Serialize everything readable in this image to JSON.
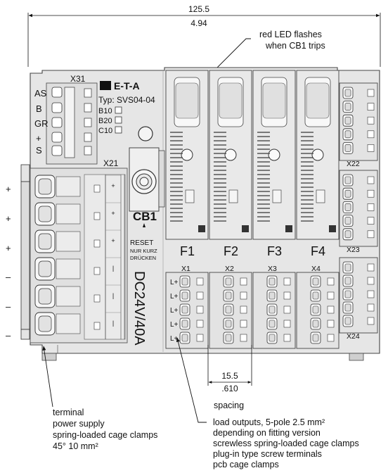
{
  "dimensions": {
    "width_mm": "125.5",
    "width_in": "4.94",
    "spacing_mm": "15.5",
    "spacing_in": ".610",
    "spacing_label": "spacing"
  },
  "callouts": {
    "led_line1": "red LED flashes",
    "led_line2": "when CB1 trips"
  },
  "device": {
    "brand": "E-T-A",
    "type": "Typ: SVS04-04",
    "options": [
      "B10",
      "B20",
      "C10"
    ],
    "x31": "X31",
    "x31_signals": [
      "AS",
      "B",
      "GR",
      "+",
      "S"
    ],
    "x21": "X21",
    "cb1": "CB1",
    "reset_line1": "RESET",
    "reset_line2": "NUR KURZ",
    "reset_line3": "DRÜCKEN",
    "rating": "DC24V/40A",
    "fuses": [
      "F1",
      "F2",
      "F3",
      "F4"
    ],
    "outputs": [
      "X1",
      "X2",
      "X3",
      "X4"
    ],
    "output_pin": "L+",
    "right_blocks": [
      "X22",
      "X23",
      "X24"
    ]
  },
  "supply_polarity": [
    "+",
    "+",
    "+",
    "–",
    "–",
    "–"
  ],
  "captions": {
    "terminal": [
      "terminal",
      "power supply",
      "spring-loaded cage clamps",
      "45° 10 mm²"
    ],
    "load": [
      "load outputs, 5-pole  2.5 mm²",
      "depending on fitting version",
      "screwless spring-loaded cage clamps",
      "plug-in type screw terminals",
      "pcb cage clamps"
    ]
  }
}
